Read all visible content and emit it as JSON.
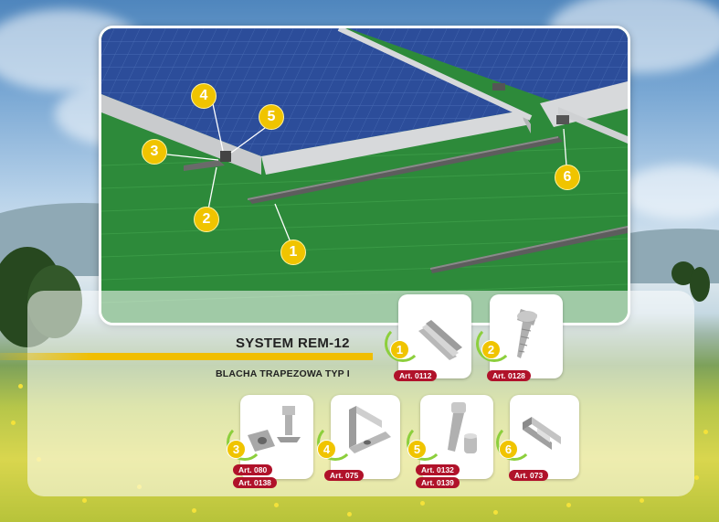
{
  "system": {
    "title": "SYSTEM REM-12",
    "subtitle": "BLACHA TRAPEZOWA TYP I"
  },
  "callouts": [
    "1",
    "2",
    "3",
    "4",
    "5",
    "6"
  ],
  "parts": [
    {
      "number": "1",
      "art": [
        "Art. 0112"
      ],
      "icon": "rail-profile-icon"
    },
    {
      "number": "2",
      "art": [
        "Art. 0128"
      ],
      "icon": "screw-icon"
    },
    {
      "number": "3",
      "art": [
        "Art. 080",
        "Art. 0138"
      ],
      "icon": "slot-nut-and-bolt-icon"
    },
    {
      "number": "4",
      "art": [
        "Art. 075"
      ],
      "icon": "end-clamp-icon"
    },
    {
      "number": "5",
      "art": [
        "Art. 0132",
        "Art. 0139"
      ],
      "icon": "allen-bolt-icon"
    },
    {
      "number": "6",
      "art": [
        "Art. 073"
      ],
      "icon": "middle-clamp-icon"
    }
  ],
  "colors": {
    "accent": "#f0c400",
    "art_badge": "#b0122a",
    "roof": "#2d8a3a",
    "panel": "#2c4d9a"
  }
}
